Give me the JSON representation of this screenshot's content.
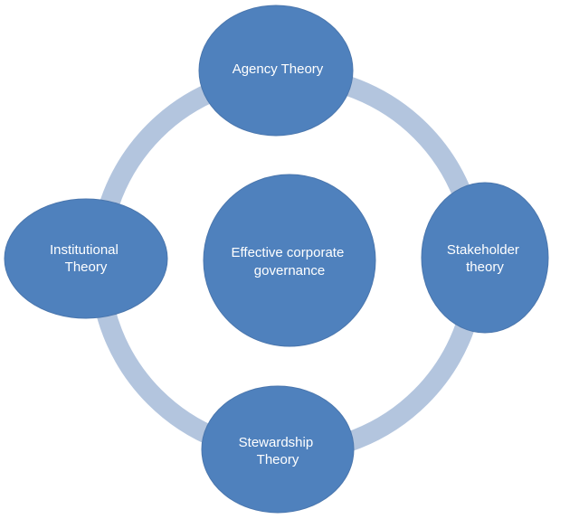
{
  "colors": {
    "node_fill": "#4f81bd",
    "node_stroke": "#4a76ad",
    "ring": "#b3c5de",
    "text": "#ffffff"
  },
  "center": {
    "lines": [
      "Effective corporate",
      "governance"
    ]
  },
  "nodes": {
    "top": {
      "lines": [
        "Agency Theory"
      ]
    },
    "right": {
      "lines": [
        "Stakeholder",
        "theory"
      ]
    },
    "bottom": {
      "lines": [
        "Stewardship",
        "Theory"
      ]
    },
    "left": {
      "lines": [
        "Institutional",
        "Theory"
      ]
    }
  }
}
